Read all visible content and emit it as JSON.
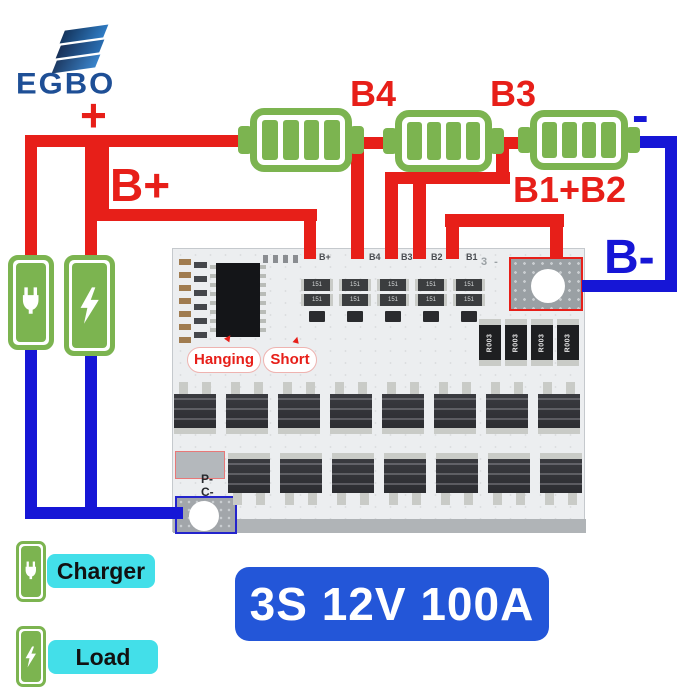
{
  "logo": {
    "text": "EGBO"
  },
  "polarity": {
    "plus": "+",
    "minus": "-"
  },
  "battery_labels": {
    "b4": "B4",
    "b3": "B3"
  },
  "wire_labels": {
    "b_plus": "B+",
    "b1_b2": "B1+B2",
    "b_minus": "B-"
  },
  "board": {
    "pad_labels": [
      "B+",
      "B4",
      "B3",
      "B2",
      "B1"
    ],
    "silkscreen": "3 -",
    "annotations": {
      "hanging": "Hanging",
      "short": "Short"
    },
    "pads": {
      "p_minus": "P-",
      "c_minus": "C-"
    },
    "shunt_labels": [
      "R003",
      "R003",
      "R003",
      "R003"
    ],
    "smd_label": "151"
  },
  "legend": {
    "charger": "Charger",
    "load": "Load"
  },
  "banner": {
    "text": "3S 12V 100A"
  },
  "colors": {
    "wire_positive": "#e71f19",
    "wire_negative": "#1616d6",
    "battery_green": "#7cb450",
    "banner_blue": "#2356d8",
    "label_cyan": "#43dfe9",
    "logo_blue": "#1e4f96"
  }
}
